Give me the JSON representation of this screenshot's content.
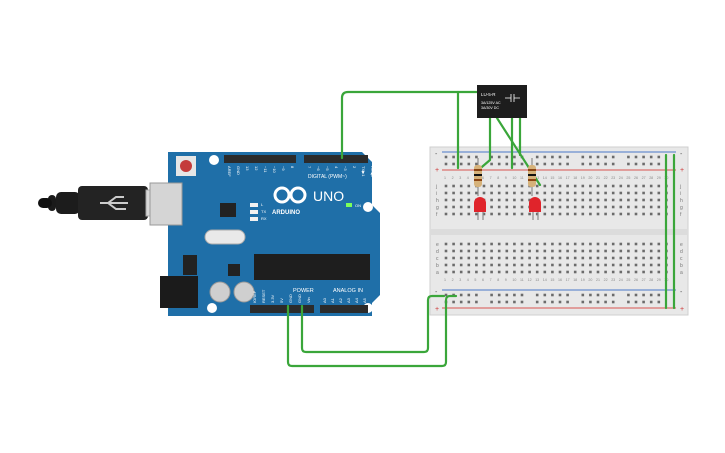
{
  "arduino": {
    "brand": "ARDUINO",
    "model": "UNO",
    "digital_label": "DIGITAL (PWM~)",
    "digital_pins": [
      "AREF",
      "GND",
      "13",
      "12",
      "~11",
      "~10",
      "~9",
      "8",
      "7",
      "~6",
      "~5",
      "4",
      "~3",
      "2",
      "TX▶1",
      "RX◀0"
    ],
    "power_label": "POWER",
    "analog_label": "ANALOG IN",
    "power_pins": [
      "IOREF",
      "RESET",
      "3.3V",
      "5V",
      "GND",
      "GND",
      "Vin"
    ],
    "analog_pins": [
      "A0",
      "A1",
      "A2",
      "A3",
      "A4",
      "A5"
    ],
    "led_l": "L",
    "led_tx": "TX",
    "led_rx": "RX",
    "on_label": "ON",
    "board_color": "#1f6fa8",
    "header_color": "#2b2b2b"
  },
  "relay": {
    "line1": "LU-5-R",
    "line2": "3A/125V AC",
    "line3": "3A/30V DC"
  },
  "breadboard": {
    "top_rows": [
      "j",
      "i",
      "h",
      "g",
      "f"
    ],
    "bottom_rows": [
      "e",
      "d",
      "c",
      "b",
      "a"
    ],
    "columns": [
      "1",
      "2",
      "3",
      "4",
      "5",
      "6",
      "7",
      "8",
      "9",
      "10",
      "11",
      "12",
      "13",
      "14",
      "15",
      "16",
      "17",
      "18",
      "19",
      "20",
      "21",
      "22",
      "23",
      "24",
      "25",
      "26",
      "27",
      "28",
      "29",
      "30"
    ],
    "rail_minus": "-",
    "rail_plus": "+"
  },
  "colors": {
    "wire": "#3aa63a",
    "led": "#e0242b",
    "rail_red": "#d9534f",
    "rail_blue": "#4a79c9"
  }
}
